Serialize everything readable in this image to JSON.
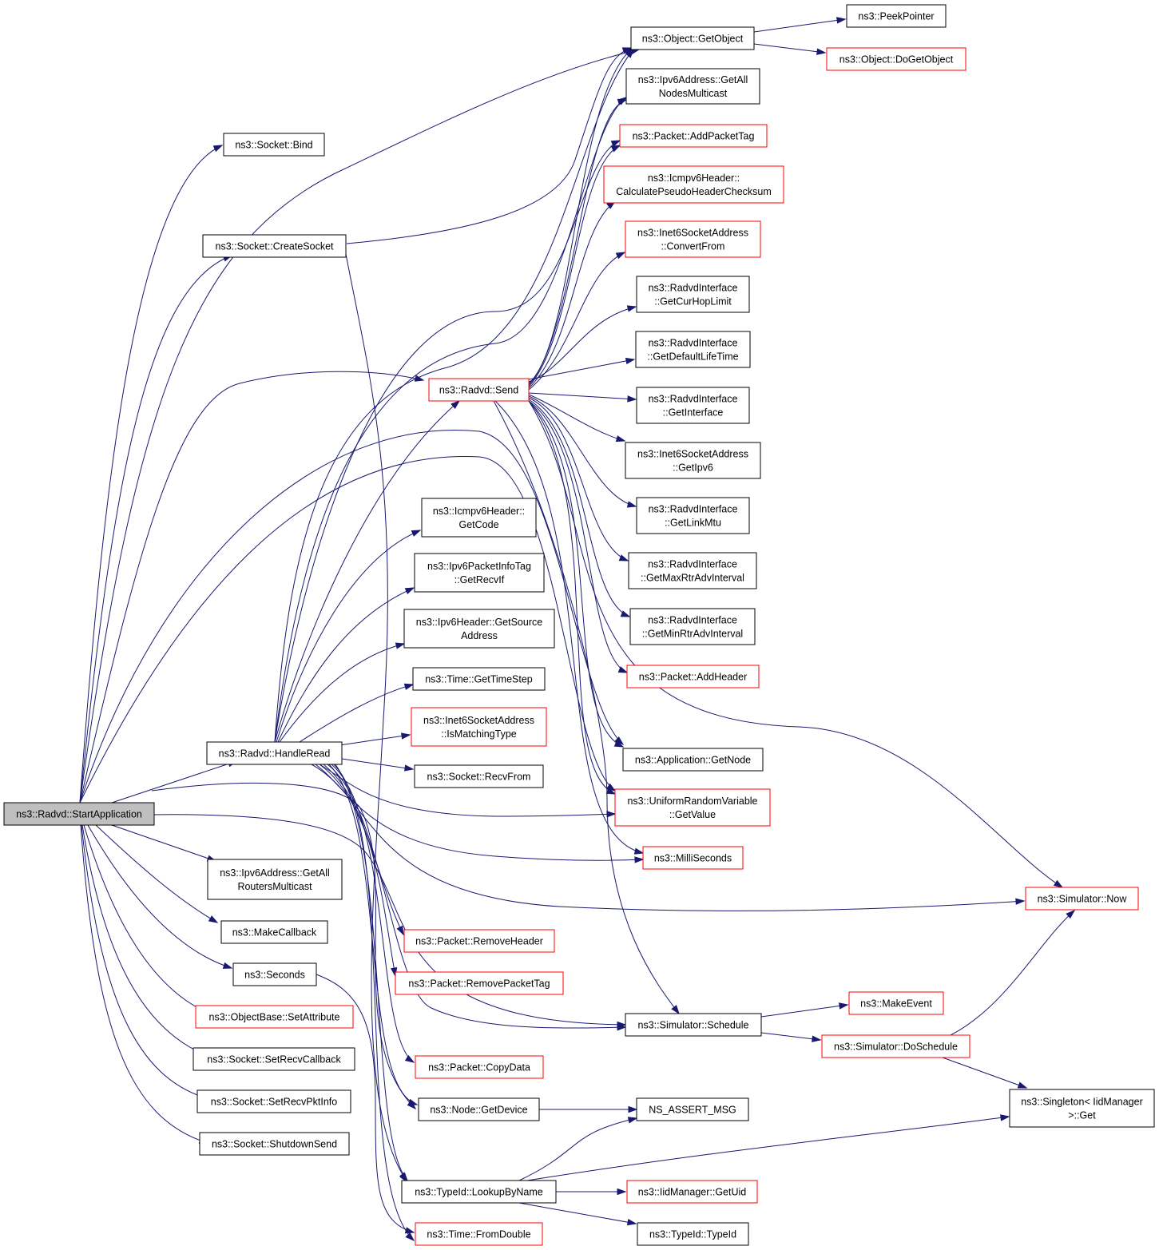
{
  "graph": {
    "nodes": [
      {
        "id": "startapp",
        "lines": [
          "ns3::Radvd::StartApplication"
        ],
        "color": "root"
      },
      {
        "id": "bind",
        "lines": [
          "ns3::Socket::Bind"
        ],
        "color": "black"
      },
      {
        "id": "createsocket",
        "lines": [
          "ns3::Socket::CreateSocket"
        ],
        "color": "black"
      },
      {
        "id": "handleread",
        "lines": [
          "ns3::Radvd::HandleRead"
        ],
        "color": "black"
      },
      {
        "id": "getallrouters",
        "lines": [
          "ns3::Ipv6Address::GetAll",
          "RoutersMulticast"
        ],
        "color": "black"
      },
      {
        "id": "makecallback",
        "lines": [
          "ns3::MakeCallback"
        ],
        "color": "black"
      },
      {
        "id": "seconds",
        "lines": [
          "ns3::Seconds"
        ],
        "color": "black"
      },
      {
        "id": "setattribute",
        "lines": [
          "ns3::ObjectBase::SetAttribute"
        ],
        "color": "red"
      },
      {
        "id": "setrecvcallback",
        "lines": [
          "ns3::Socket::SetRecvCallback"
        ],
        "color": "black"
      },
      {
        "id": "setrecvpktinfo",
        "lines": [
          "ns3::Socket::SetRecvPktInfo"
        ],
        "color": "black"
      },
      {
        "id": "shutdownsend",
        "lines": [
          "ns3::Socket::ShutdownSend"
        ],
        "color": "black"
      },
      {
        "id": "send",
        "lines": [
          "ns3::Radvd::Send"
        ],
        "color": "red"
      },
      {
        "id": "getcode",
        "lines": [
          "ns3::Icmpv6Header::",
          "GetCode"
        ],
        "color": "black"
      },
      {
        "id": "getrecvif",
        "lines": [
          "ns3::Ipv6PacketInfoTag",
          "::GetRecvIf"
        ],
        "color": "black"
      },
      {
        "id": "getsourceaddr",
        "lines": [
          "ns3::Ipv6Header::GetSource",
          "Address"
        ],
        "color": "black"
      },
      {
        "id": "gettimestep",
        "lines": [
          "ns3::Time::GetTimeStep"
        ],
        "color": "black"
      },
      {
        "id": "ismatchingtype",
        "lines": [
          "ns3::Inet6SocketAddress",
          "::IsMatchingType"
        ],
        "color": "red"
      },
      {
        "id": "recvfrom",
        "lines": [
          "ns3::Socket::RecvFrom"
        ],
        "color": "black"
      },
      {
        "id": "removeheader",
        "lines": [
          "ns3::Packet::RemoveHeader"
        ],
        "color": "red"
      },
      {
        "id": "removepackettag",
        "lines": [
          "ns3::Packet::RemovePacketTag"
        ],
        "color": "red"
      },
      {
        "id": "copydata",
        "lines": [
          "ns3::Packet::CopyData"
        ],
        "color": "red"
      },
      {
        "id": "getdevice",
        "lines": [
          "ns3::Node::GetDevice"
        ],
        "color": "black"
      },
      {
        "id": "lookupbyname",
        "lines": [
          "ns3::TypeId::LookupByName"
        ],
        "color": "black"
      },
      {
        "id": "fromdouble",
        "lines": [
          "ns3::Time::FromDouble"
        ],
        "color": "red"
      },
      {
        "id": "getobject",
        "lines": [
          "ns3::Object::GetObject"
        ],
        "color": "black"
      },
      {
        "id": "getallnodes",
        "lines": [
          "ns3::Ipv6Address::GetAll",
          "NodesMulticast"
        ],
        "color": "black"
      },
      {
        "id": "addpackettag",
        "lines": [
          "ns3::Packet::AddPacketTag"
        ],
        "color": "red"
      },
      {
        "id": "calcpseudo",
        "lines": [
          "ns3::Icmpv6Header::",
          "CalculatePseudoHeaderChecksum"
        ],
        "color": "red"
      },
      {
        "id": "convertfrom",
        "lines": [
          "ns3::Inet6SocketAddress",
          "::ConvertFrom"
        ],
        "color": "red"
      },
      {
        "id": "getcurhoplimit",
        "lines": [
          "ns3::RadvdInterface",
          "::GetCurHopLimit"
        ],
        "color": "black"
      },
      {
        "id": "getdefaultlifetime",
        "lines": [
          "ns3::RadvdInterface",
          "::GetDefaultLifeTime"
        ],
        "color": "black"
      },
      {
        "id": "getinterface",
        "lines": [
          "ns3::RadvdInterface",
          "::GetInterface"
        ],
        "color": "black"
      },
      {
        "id": "getipv6",
        "lines": [
          "ns3::Inet6SocketAddress",
          "::GetIpv6"
        ],
        "color": "black"
      },
      {
        "id": "getlinkmtu",
        "lines": [
          "ns3::RadvdInterface",
          "::GetLinkMtu"
        ],
        "color": "black"
      },
      {
        "id": "getmaxrtr",
        "lines": [
          "ns3::RadvdInterface",
          "::GetMaxRtrAdvInterval"
        ],
        "color": "black"
      },
      {
        "id": "getminrtr",
        "lines": [
          "ns3::RadvdInterface",
          "::GetMinRtrAdvInterval"
        ],
        "color": "black"
      },
      {
        "id": "addheader",
        "lines": [
          "ns3::Packet::AddHeader"
        ],
        "color": "red"
      },
      {
        "id": "getnode",
        "lines": [
          "ns3::Application::GetNode"
        ],
        "color": "black"
      },
      {
        "id": "getvalue",
        "lines": [
          "ns3::UniformRandomVariable",
          "::GetValue"
        ],
        "color": "red"
      },
      {
        "id": "milliseconds",
        "lines": [
          "ns3::MilliSeconds"
        ],
        "color": "red"
      },
      {
        "id": "schedule",
        "lines": [
          "ns3::Simulator::Schedule"
        ],
        "color": "black"
      },
      {
        "id": "nsassert",
        "lines": [
          "NS_ASSERT_MSG"
        ],
        "color": "black"
      },
      {
        "id": "getuid",
        "lines": [
          "ns3::IidManager::GetUid"
        ],
        "color": "red"
      },
      {
        "id": "typeid",
        "lines": [
          "ns3::TypeId::TypeId"
        ],
        "color": "black"
      },
      {
        "id": "peekpointer",
        "lines": [
          "ns3::PeekPointer"
        ],
        "color": "black"
      },
      {
        "id": "dogetobject",
        "lines": [
          "ns3::Object::DoGetObject"
        ],
        "color": "red"
      },
      {
        "id": "now",
        "lines": [
          "ns3::Simulator::Now"
        ],
        "color": "red"
      },
      {
        "id": "makeevent",
        "lines": [
          "ns3::MakeEvent"
        ],
        "color": "red"
      },
      {
        "id": "doschedule",
        "lines": [
          "ns3::Simulator::DoSchedule"
        ],
        "color": "red"
      },
      {
        "id": "singletonget",
        "lines": [
          "ns3::Singleton< IidManager",
          " >::Get"
        ],
        "color": "black"
      }
    ],
    "edges": [
      [
        "startapp",
        "bind"
      ],
      [
        "startapp",
        "createsocket"
      ],
      [
        "startapp",
        "getobject"
      ],
      [
        "startapp",
        "send"
      ],
      [
        "startapp",
        "getnode"
      ],
      [
        "startapp",
        "getvalue"
      ],
      [
        "startapp",
        "handleread"
      ],
      [
        "startapp",
        "getallrouters"
      ],
      [
        "startapp",
        "makecallback"
      ],
      [
        "startapp",
        "seconds"
      ],
      [
        "startapp",
        "setattribute"
      ],
      [
        "startapp",
        "setrecvcallback"
      ],
      [
        "startapp",
        "setrecvpktinfo"
      ],
      [
        "startapp",
        "shutdownsend"
      ],
      [
        "startapp",
        "schedule"
      ],
      [
        "startapp",
        "getdevice"
      ],
      [
        "createsocket",
        "getobject"
      ],
      [
        "createsocket",
        "lookupbyname"
      ],
      [
        "seconds",
        "fromdouble"
      ],
      [
        "handleread",
        "getobject"
      ],
      [
        "handleread",
        "getallnodes"
      ],
      [
        "handleread",
        "addpackettag"
      ],
      [
        "handleread",
        "send"
      ],
      [
        "handleread",
        "getcode"
      ],
      [
        "handleread",
        "getrecvif"
      ],
      [
        "handleread",
        "getsourceaddr"
      ],
      [
        "handleread",
        "gettimestep"
      ],
      [
        "handleread",
        "ismatchingtype"
      ],
      [
        "handleread",
        "recvfrom"
      ],
      [
        "handleread",
        "getvalue"
      ],
      [
        "handleread",
        "milliseconds"
      ],
      [
        "handleread",
        "now"
      ],
      [
        "handleread",
        "removeheader"
      ],
      [
        "handleread",
        "removepackettag"
      ],
      [
        "handleread",
        "schedule"
      ],
      [
        "handleread",
        "copydata"
      ],
      [
        "handleread",
        "getdevice"
      ],
      [
        "handleread",
        "fromdouble"
      ],
      [
        "handleread",
        "lookupbyname"
      ],
      [
        "send",
        "getobject"
      ],
      [
        "send",
        "getallnodes"
      ],
      [
        "send",
        "addpackettag"
      ],
      [
        "send",
        "calcpseudo"
      ],
      [
        "send",
        "convertfrom"
      ],
      [
        "send",
        "getcurhoplimit"
      ],
      [
        "send",
        "getdefaultlifetime"
      ],
      [
        "send",
        "getinterface"
      ],
      [
        "send",
        "getipv6"
      ],
      [
        "send",
        "getlinkmtu"
      ],
      [
        "send",
        "getmaxrtr"
      ],
      [
        "send",
        "getminrtr"
      ],
      [
        "send",
        "addheader"
      ],
      [
        "send",
        "getnode"
      ],
      [
        "send",
        "getvalue"
      ],
      [
        "send",
        "milliseconds"
      ],
      [
        "send",
        "now"
      ],
      [
        "send",
        "schedule"
      ],
      [
        "getobject",
        "peekpointer"
      ],
      [
        "getobject",
        "dogetobject"
      ],
      [
        "getdevice",
        "nsassert"
      ],
      [
        "lookupbyname",
        "nsassert"
      ],
      [
        "lookupbyname",
        "getuid"
      ],
      [
        "lookupbyname",
        "typeid"
      ],
      [
        "lookupbyname",
        "singletonget"
      ],
      [
        "schedule",
        "makeevent"
      ],
      [
        "schedule",
        "doschedule"
      ],
      [
        "doschedule",
        "now"
      ],
      [
        "doschedule",
        "singletonget"
      ]
    ]
  }
}
